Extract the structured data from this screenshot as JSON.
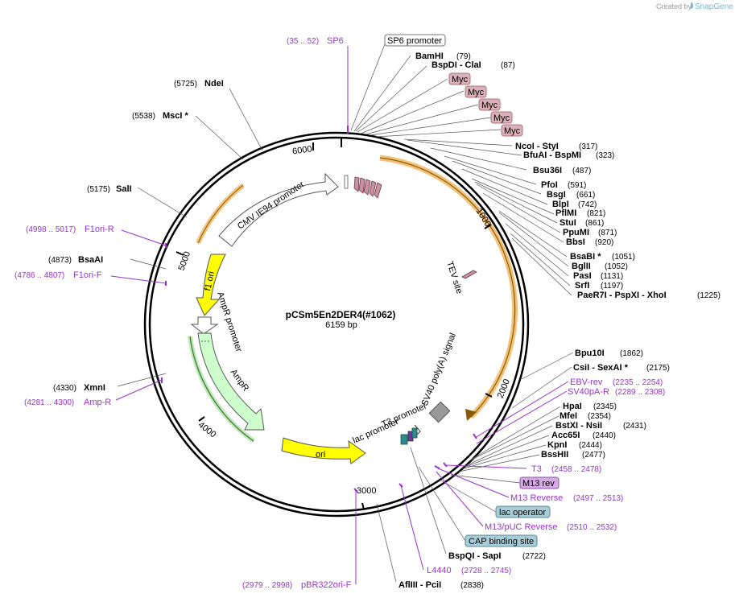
{
  "credit": {
    "prefix": "Created by",
    "brand": "SnapGene"
  },
  "plasmid": {
    "name": "pCSm5En2DER4(#1062)",
    "size": "6159 bp"
  },
  "ticks": [
    "1000",
    "2000",
    "3000",
    "4000",
    "5000",
    "6000"
  ],
  "features": {
    "cmv": "CMV IE94 promoter",
    "f1ori": "f1 ori",
    "ampr_promoter": "AmpR promoter",
    "ampr": "AmpR",
    "ori": "ori",
    "tev": "TEV site",
    "sv40": "SV40 poly(A) signal",
    "t3": "T3 promoter",
    "lac": "lac promoter"
  },
  "boxed_labels": {
    "sp6_promoter": "SP6 promoter",
    "myc": [
      "Myc",
      "Myc",
      "Myc",
      "Myc",
      "Myc"
    ],
    "m13rev": "M13 rev",
    "lac_operator": "lac operator",
    "cap_site": "CAP binding site"
  },
  "sites_left": [
    {
      "name": "NdeI",
      "pos": "(5725)"
    },
    {
      "name": "MscI *",
      "pos": "(5538)"
    },
    {
      "name": "SalI",
      "pos": "(5175)"
    },
    {
      "name": "BsaAI",
      "pos": "(4873)"
    },
    {
      "name": "XmnI",
      "pos": "(4330)"
    }
  ],
  "sites_right": [
    {
      "name": "BamHI",
      "pos": "(79)"
    },
    {
      "name": "BspDI - ClaI",
      "pos": "(87)"
    },
    {
      "name": "NcoI - StyI",
      "pos": "(317)"
    },
    {
      "name": "BfuAI - BspMI",
      "pos": "(323)"
    },
    {
      "name": "Bsu36I",
      "pos": "(487)"
    },
    {
      "name": "PfoI",
      "pos": "(591)"
    },
    {
      "name": "BsgI",
      "pos": "(661)"
    },
    {
      "name": "BlpI",
      "pos": "(742)"
    },
    {
      "name": "PflMI",
      "pos": "(821)"
    },
    {
      "name": "StuI",
      "pos": "(861)"
    },
    {
      "name": "PpuMI",
      "pos": "(871)"
    },
    {
      "name": "BbsI",
      "pos": "(920)"
    },
    {
      "name": "BsaBI *",
      "pos": "(1051)"
    },
    {
      "name": "BglII",
      "pos": "(1052)"
    },
    {
      "name": "PasI",
      "pos": "(1131)"
    },
    {
      "name": "SrfI",
      "pos": "(1197)"
    },
    {
      "name": "PaeR7I - PspXI - XhoI",
      "pos": "(1225)"
    },
    {
      "name": "Bpu10I",
      "pos": "(1862)"
    },
    {
      "name": "CsiI - SexAI *",
      "pos": "(2175)"
    },
    {
      "name": "HpaI",
      "pos": "(2345)"
    },
    {
      "name": "MfeI",
      "pos": "(2354)"
    },
    {
      "name": "BstXI - NsiI",
      "pos": "(2431)"
    },
    {
      "name": "Acc65I",
      "pos": "(2440)"
    },
    {
      "name": "KpnI",
      "pos": "(2444)"
    },
    {
      "name": "BssHII",
      "pos": "(2477)"
    },
    {
      "name": "BspQI - SapI",
      "pos": "(2722)"
    },
    {
      "name": "AflIII - PciI",
      "pos": "(2838)"
    }
  ],
  "primers_left": [
    {
      "name": "F1ori-R",
      "range": "(4998 .. 5017)"
    },
    {
      "name": "F1ori-F",
      "range": "(4786 .. 4807)"
    },
    {
      "name": "Amp-R",
      "range": "(4281 .. 4300)"
    }
  ],
  "primers_other": [
    {
      "name": "SP6",
      "range": "(35 .. 52)"
    },
    {
      "name": "EBV-rev",
      "range": "(2235 .. 2254)"
    },
    {
      "name": "SV40pA-R",
      "range": "(2289 .. 2308)"
    },
    {
      "name": "T3",
      "range": "(2458 .. 2478)"
    },
    {
      "name": "M13 Reverse",
      "range": "(2497 .. 2513)"
    },
    {
      "name": "M13/pUC Reverse",
      "range": "(2510 .. 2532)"
    },
    {
      "name": "L4440",
      "range": "(2728 .. 2745)"
    },
    {
      "name": "pBR322ori-F",
      "range": "(2979 .. 2998)"
    }
  ]
}
